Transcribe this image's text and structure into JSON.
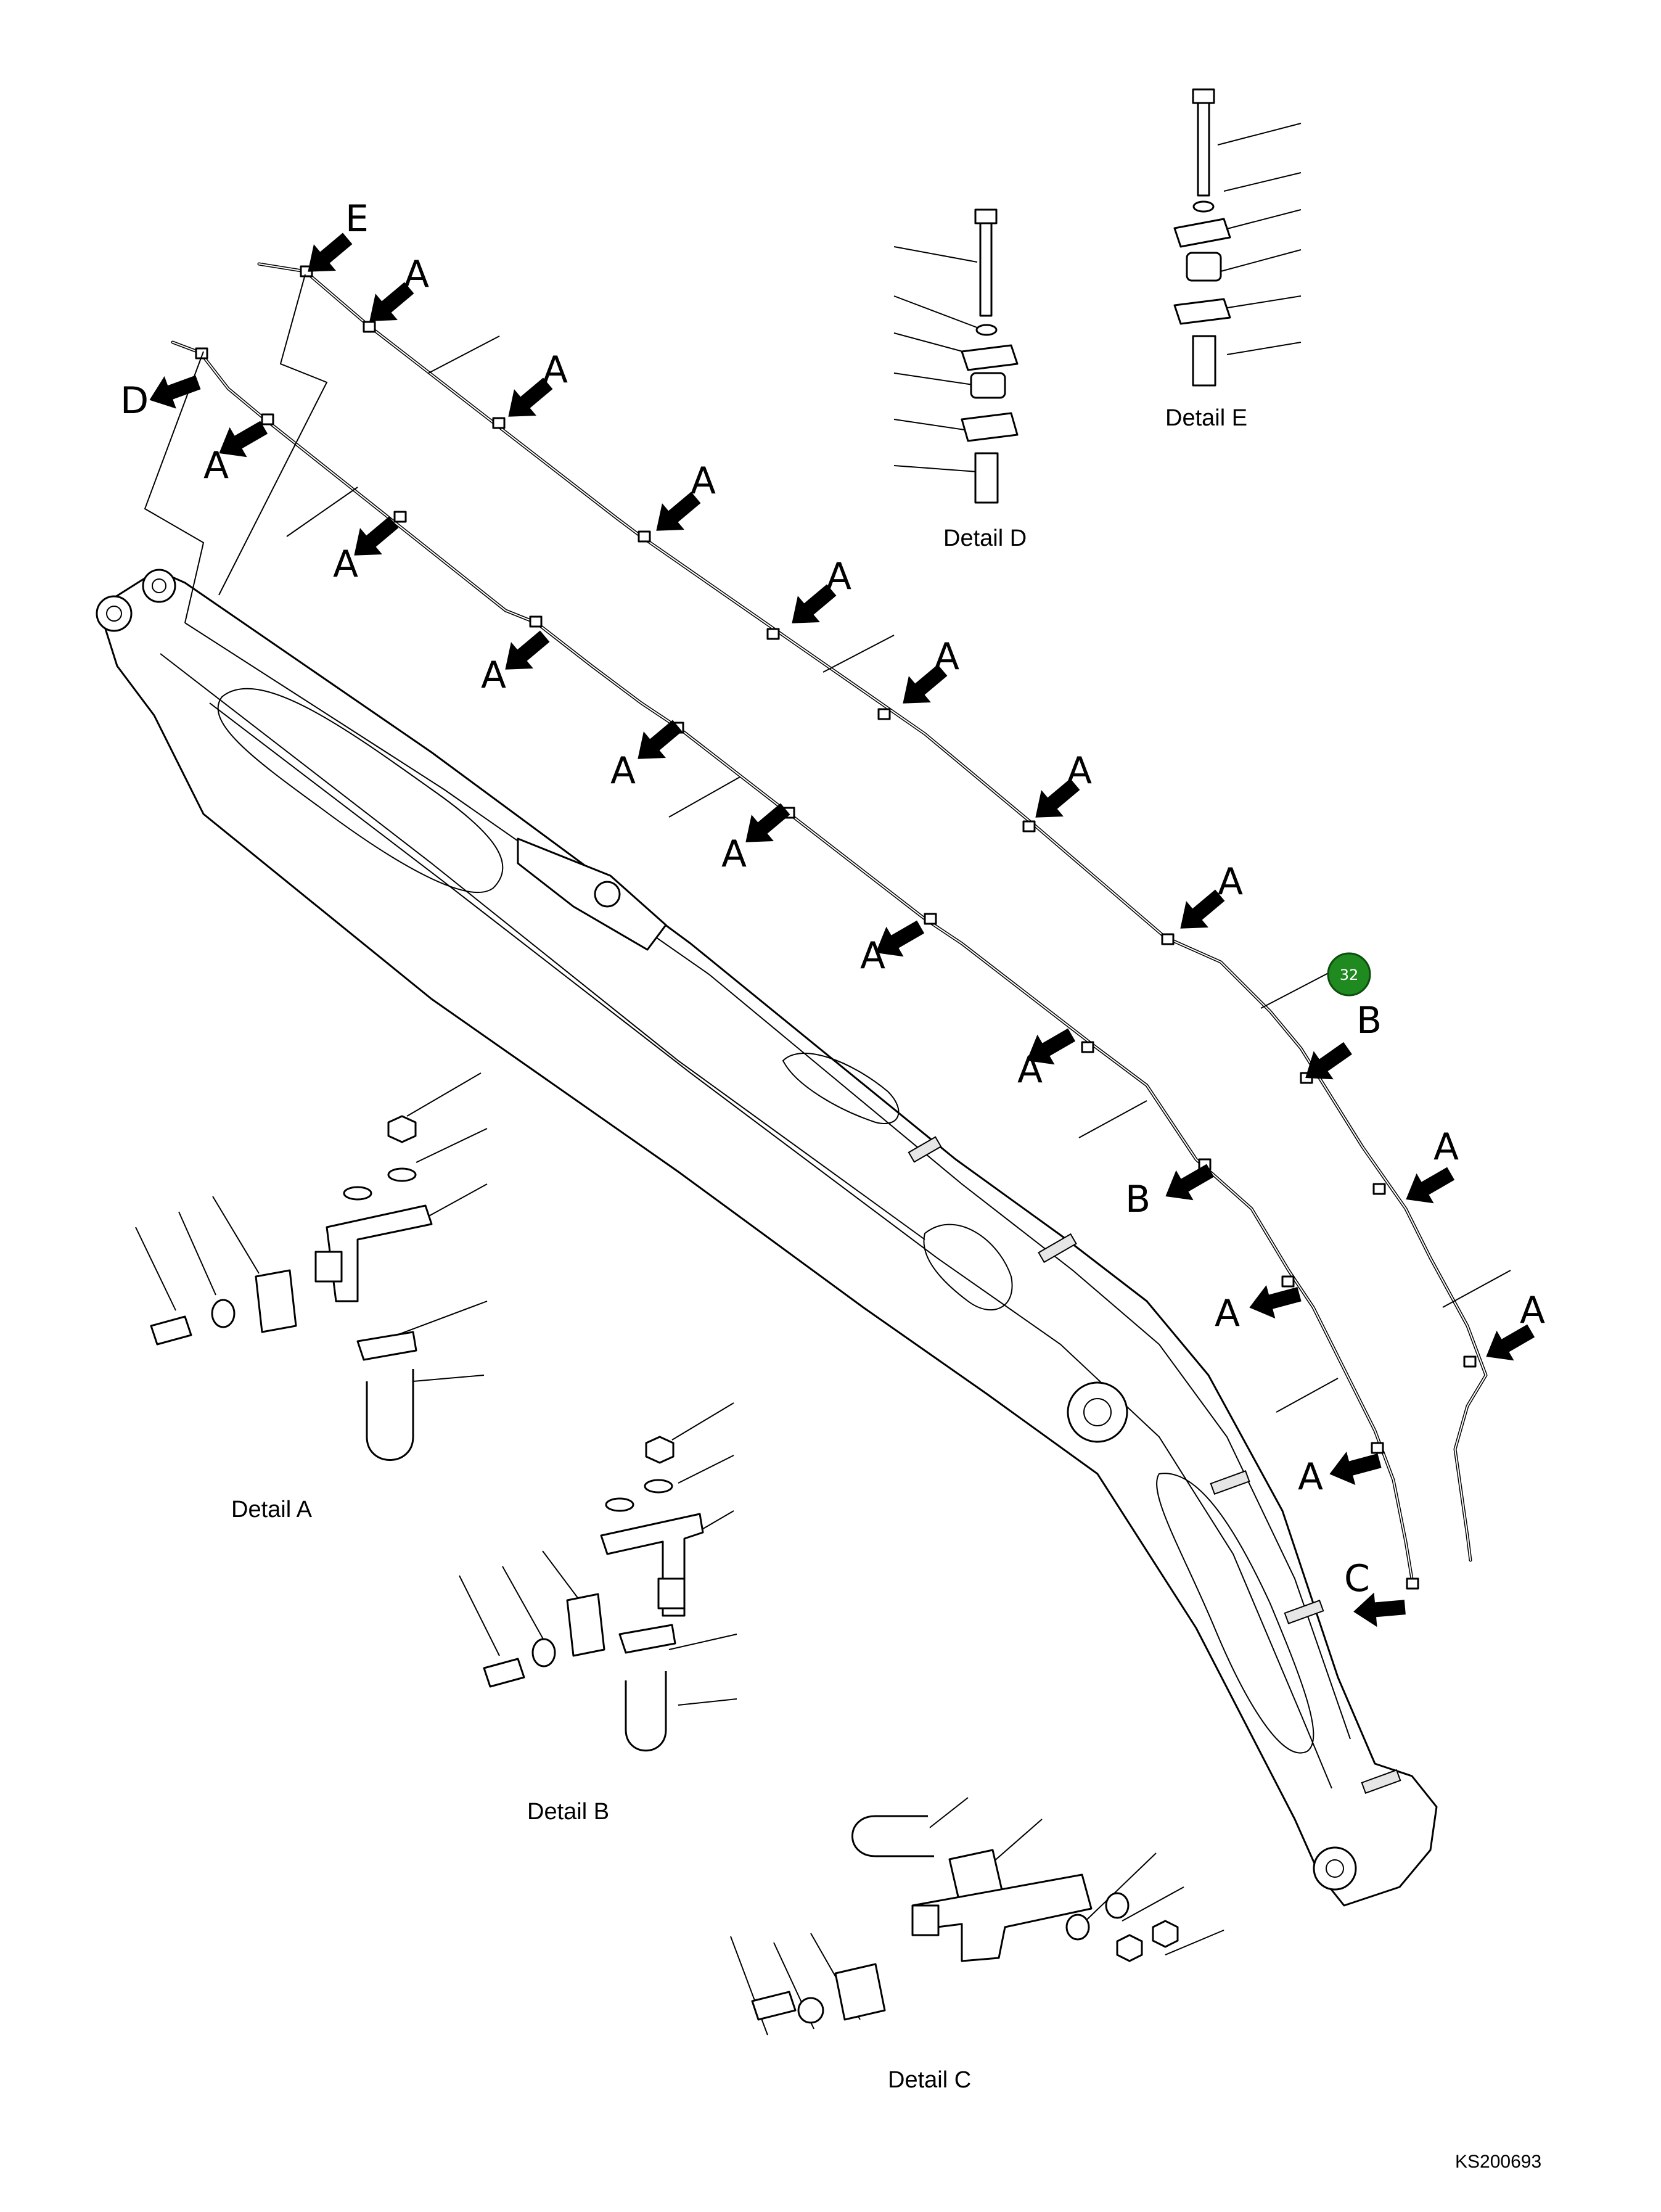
{
  "detail_labels": {
    "a": "Detail A",
    "b": "Detail B",
    "c": "Detail C",
    "d": "Detail D",
    "e": "Detail E"
  },
  "markers": {
    "a": "A",
    "b": "B",
    "c": "C",
    "d": "D",
    "e": "E"
  },
  "callout": {
    "number": "32",
    "color": "#1f8a1f"
  },
  "drawing_number": "KS200693"
}
